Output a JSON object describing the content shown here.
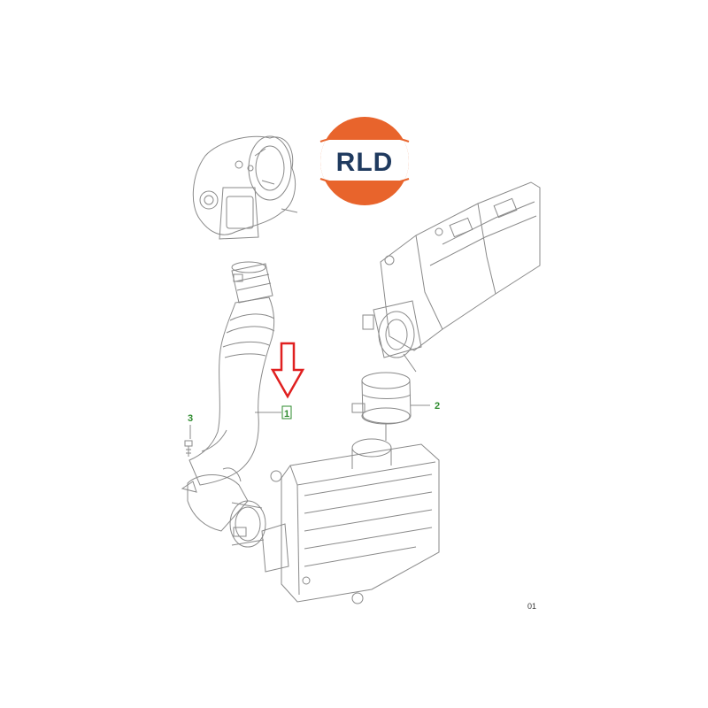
{
  "logo": {
    "text": "RLD",
    "colors": {
      "orange": "#e8642c",
      "navy": "#1f3a5f",
      "band": "#ffffff"
    }
  },
  "callouts": [
    {
      "id": "1",
      "label": "1",
      "color": "#2e8b2e",
      "boxed": true
    },
    {
      "id": "2",
      "label": "2",
      "color": "#2e8b2e",
      "boxed": false
    },
    {
      "id": "3",
      "label": "3",
      "color": "#2e8b2e",
      "boxed": false
    }
  ],
  "arrow": {
    "color": "#e02020"
  },
  "sheet_number": "01",
  "line_color": "#8a8a8a"
}
